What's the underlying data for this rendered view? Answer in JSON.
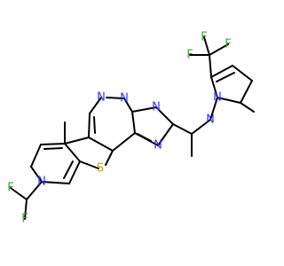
{
  "molecule": {
    "atom_labels": {
      "n1": "N",
      "n2": "N",
      "n3": "N",
      "n4": "N",
      "n_pyridine": "N",
      "n_pz1": "N",
      "n_pz2": "N",
      "s": "S",
      "f_cf3_top": "F",
      "f_cf3_left": "F",
      "f_cf3_right": "F",
      "f_chf2_a": "F",
      "f_chf2_b": "F"
    },
    "colors": {
      "nitrogen": "#3333ff",
      "sulfur": "#c8a000",
      "fluorine": "#33aa33",
      "bond": "#000000"
    }
  }
}
